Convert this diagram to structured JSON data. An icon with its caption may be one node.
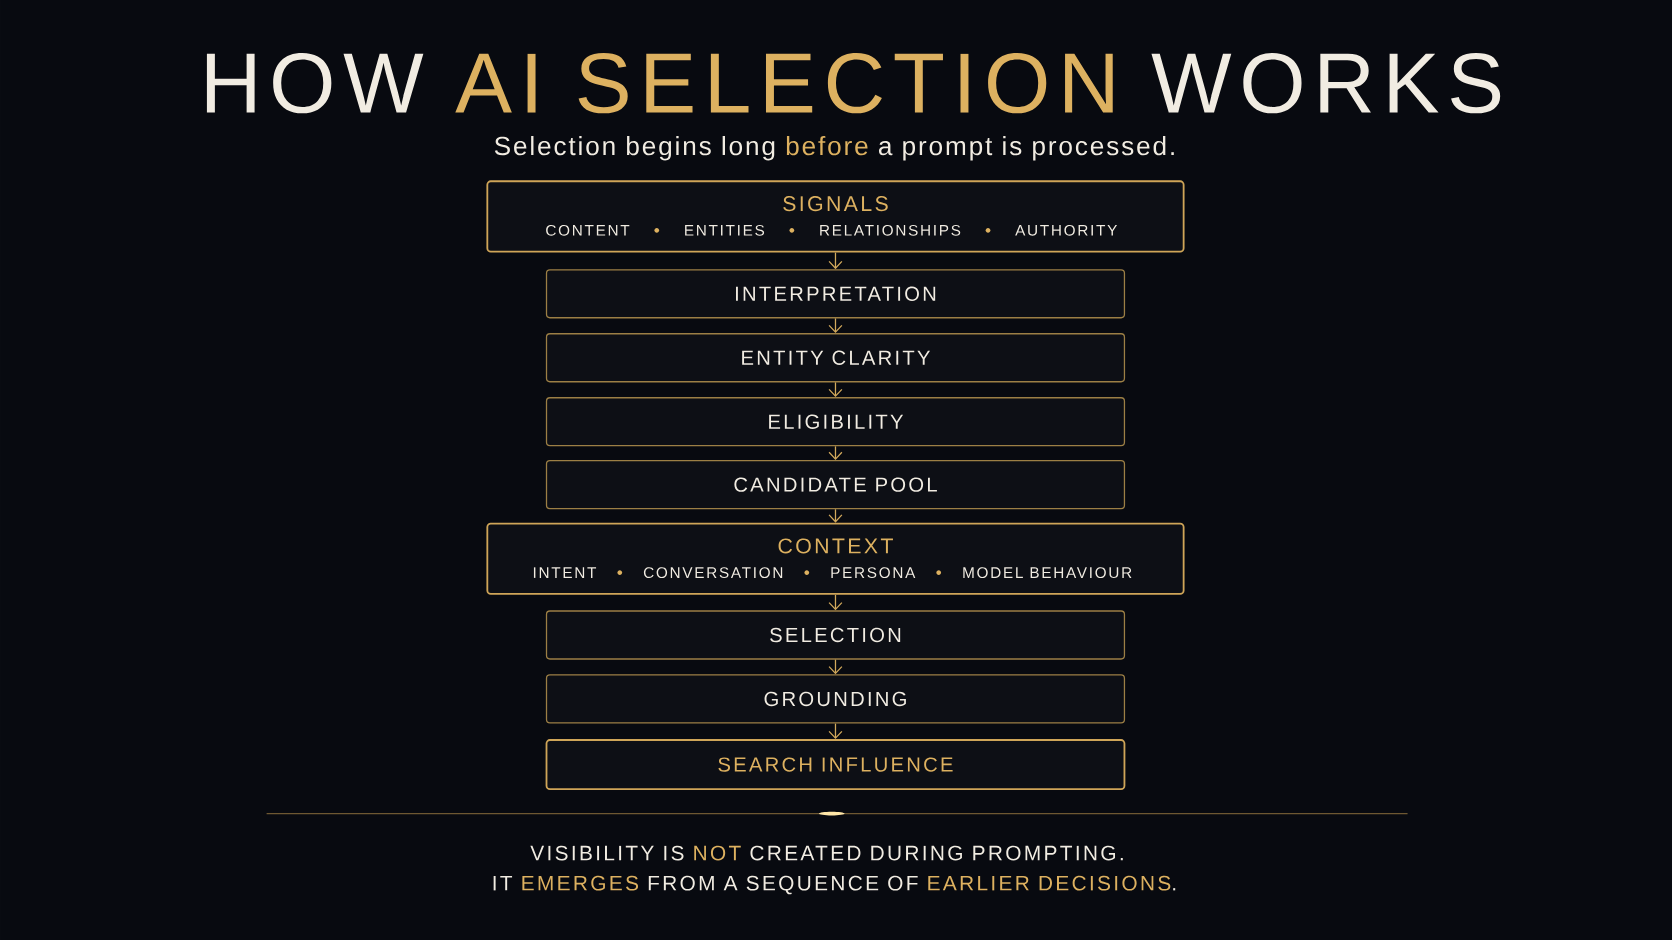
{
  "diagram": {
    "title": "HOW **AI SELECTION** WORKS",
    "nodes": [
      {
        "text": [
          "SIGNALS",
          "CONTENT",
          "ENTITIES",
          "RELATIONSHIPS",
          "AUTHORITY"
        ]
      },
      {
        "text": [
          "INTERPRETATION"
        ]
      },
      {
        "text": [
          "ENTITY CLARITY"
        ]
      },
      {
        "text": [
          "ELIGIBILITY"
        ]
      },
      {
        "text": [
          "CANDIDATE POOL"
        ]
      },
      {
        "text": [
          "CONTEXT",
          "INTENT",
          "CONVERSATION",
          "PERSONA",
          "MODEL BEHAVIOUR"
        ]
      },
      {
        "text": [
          "SELECTION"
        ]
      },
      {
        "text": [
          "GROUNDING"
        ]
      },
      {
        "text": [
          "SEARCH INFLUENCE"
        ]
      }
    ],
    "edges": [
      {
        "from": 0,
        "to": 1,
        "arrow": "to"
      },
      {
        "from": 1,
        "to": 2,
        "arrow": "to"
      },
      {
        "from": 2,
        "to": 3,
        "arrow": "to"
      },
      {
        "from": 3,
        "to": 4,
        "arrow": "to"
      },
      {
        "from": 4,
        "to": 5,
        "arrow": "to"
      },
      {
        "from": 5,
        "to": 6,
        "arrow": "to"
      },
      {
        "from": 6,
        "to": 7,
        "arrow": "to"
      },
      {
        "from": 7,
        "to": 8,
        "arrow": "to"
      }
    ],
    "labels": [
      "Selection begins long **before** a prompt is processed.",
      "VISIBILITY IS **NOT** CREATED DURING PROMPTING.",
      "IT **EMERGES** FROM A SEQUENCE OF **EARLIER DECISIONS**."
    ]
  }
}
